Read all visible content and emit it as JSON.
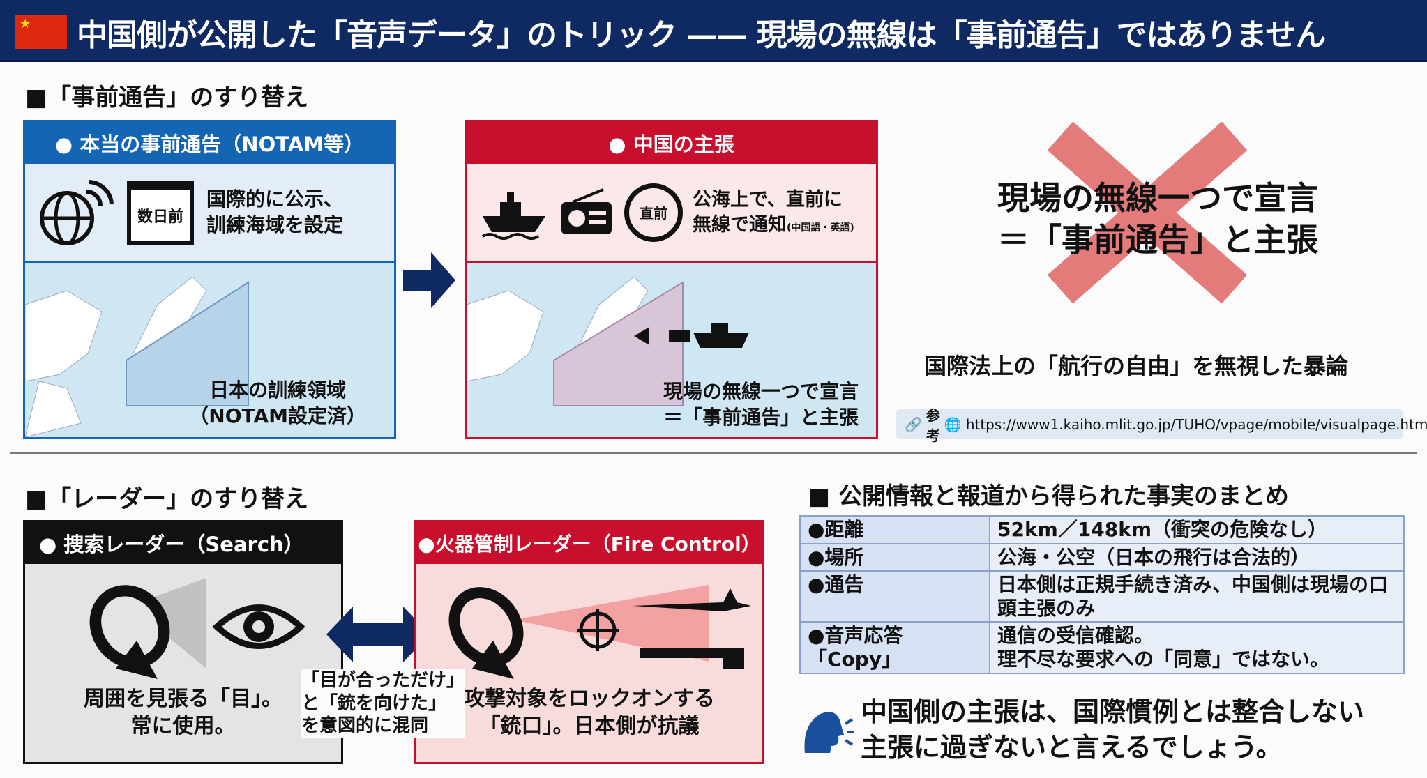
{
  "header": {
    "title": "中国側が公開した「音声データ」のトリック —— 現場の無線は「事前通告」ではありません",
    "flag_icon": "china-flag"
  },
  "section1": {
    "heading": "■「事前通告」のすり替え",
    "real": {
      "title": "● 本当の事前通告（NOTAM等）",
      "calendar_label": "数日前",
      "text1": "国際的に公示、",
      "text2": "訓練海域を設定",
      "map_line1": "日本の訓練領域",
      "map_line2": "（NOTAM設定済）"
    },
    "china": {
      "title": "● 中国の主張",
      "stopwatch_label": "直前",
      "text1": "公海上で、直前に",
      "text2": "無線で通知",
      "text2_small": "(中国語・英語)",
      "map_line1": "現場の無線一つで宣言",
      "map_line2": "＝「事前通告」と主張"
    },
    "claim_line1": "現場の無線一つで宣言",
    "claim_line2": "＝「事前通告」と主張",
    "verdict": "国際法上の「航行の自由」を無視した暴論",
    "reference": {
      "label": "参考",
      "url": "https://www1.kaiho.mlit.go.jp/TUHO/vpage/mobile/visualpage.html"
    }
  },
  "section2": {
    "heading": "■「レーダー」のすり替え",
    "search": {
      "title": "● 捜索レーダー（Search）",
      "line1": "周囲を見張る「目」。",
      "line2": "常に使用。"
    },
    "middle": {
      "line1": "「目が合っただけ」",
      "line2": "と「銃を向けた」",
      "line3": "を意図的に混同"
    },
    "fire": {
      "title": "●火器管制レーダー（Fire Control）",
      "line1": "攻撃対象をロックオンする",
      "line2": "「銃口」。日本側が抗議"
    }
  },
  "summary": {
    "heading": "■ 公開情報と報道から得られた事実のまとめ",
    "rows": [
      {
        "key": "●距離",
        "value": "52km／148km（衝突の危険なし）"
      },
      {
        "key": "●場所",
        "value": "公海・公空（日本の飛行は合法的）"
      },
      {
        "key": "●通告",
        "value": "日本側は正規手続き済み、中国側は現場の口頭主張のみ"
      },
      {
        "key": "●音声応答",
        "key2": "「Copy」",
        "value": "通信の受信確認。",
        "value2": "理不尽な要求への「同意」ではない。"
      }
    ],
    "conclusion1": "中国側の主張は、国際慣例とは整合しない",
    "conclusion2": "主張に過ぎないと言えるでしょう。"
  },
  "colors": {
    "navy": "#0f2a63",
    "blue": "#1565b5",
    "red": "#c8102e",
    "black": "#111111"
  }
}
